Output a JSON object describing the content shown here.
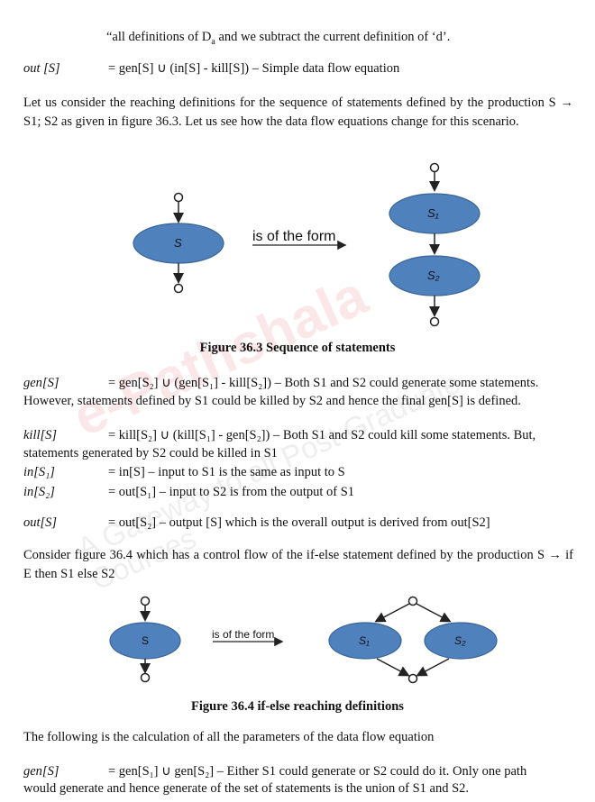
{
  "lines": {
    "quote": "“all definitions of D",
    "quote_sub": "a",
    "quote_end": " and we subtract the current definition of ‘d’.",
    "out_lhs": "out [S]",
    "out_rhs": "= gen[S] ∪ (in[S] - kill[S]) – Simple data flow equation",
    "para1": "Let us consider the reaching definitions for the sequence of statements defined by the production S → S1; S2 as given in figure 36.3. Let us see how the data flow equations change for this scenario.",
    "fig1_caption": "Figure 36.3 Sequence of statements",
    "gen_lhs": "gen[S]",
    "gen_rhs": "= gen[S₂] ∪ (gen[S₁] - kill[S₂]) – Both S1 and S2 could generate some statements.",
    "gen_cont": "However, statements defined by S1 could be killed by S2 and hence the final gen[S] is defined.",
    "kill_lhs": "kill[S]",
    "kill_rhs": "= kill[S₂] ∪ (kill[S₁] - gen[S₂]) – Both S1 and S2 could kill some statements. But,",
    "kill_cont": "statements generated by S2 could be killed in S1",
    "in1_lhs": "in[S₁]",
    "in1_rhs": "= in[S] – input to S1 is the same as input to S",
    "in2_lhs": "in[S₂]",
    "in2_rhs": "= out[S₁] – input to S2 is from the output of S1",
    "out2_lhs": "out[S]",
    "out2_rhs": "= out[S₂] – output [S] which is the overall output is derived from out[S2]",
    "para2": "Consider figure 36.4 which has a control flow of the if-else statement defined by the production S → if E then S1 else S2",
    "fig2_caption": "Figure 36.4 if-else reaching definitions",
    "para3": "The following is the calculation of all the parameters of the data flow equation",
    "gen2_lhs": "gen[S]",
    "gen2_rhs": "= gen[S₁] ∪ gen[S₂] – Either S1 could generate or S2 could do it. Only one path",
    "gen2_cont": "would generate and hence generate of the set of statements is the union of S1 and S2."
  },
  "figure1": {
    "node_s": "S",
    "node_s1": "S₁",
    "node_s2": "S₂",
    "arrow_label": "is of the form"
  },
  "figure2": {
    "node_s": "S",
    "node_s1": "S₁",
    "node_s2": "S₂",
    "arrow_label": "is of the form"
  },
  "watermark": {
    "brand": "e-Pathshala",
    "tagline": "A Gateway to all Post Graduate Courses",
    "color": "#e8232a"
  },
  "colors": {
    "node_fill": "#4f81bd",
    "node_stroke": "#3a6496"
  }
}
